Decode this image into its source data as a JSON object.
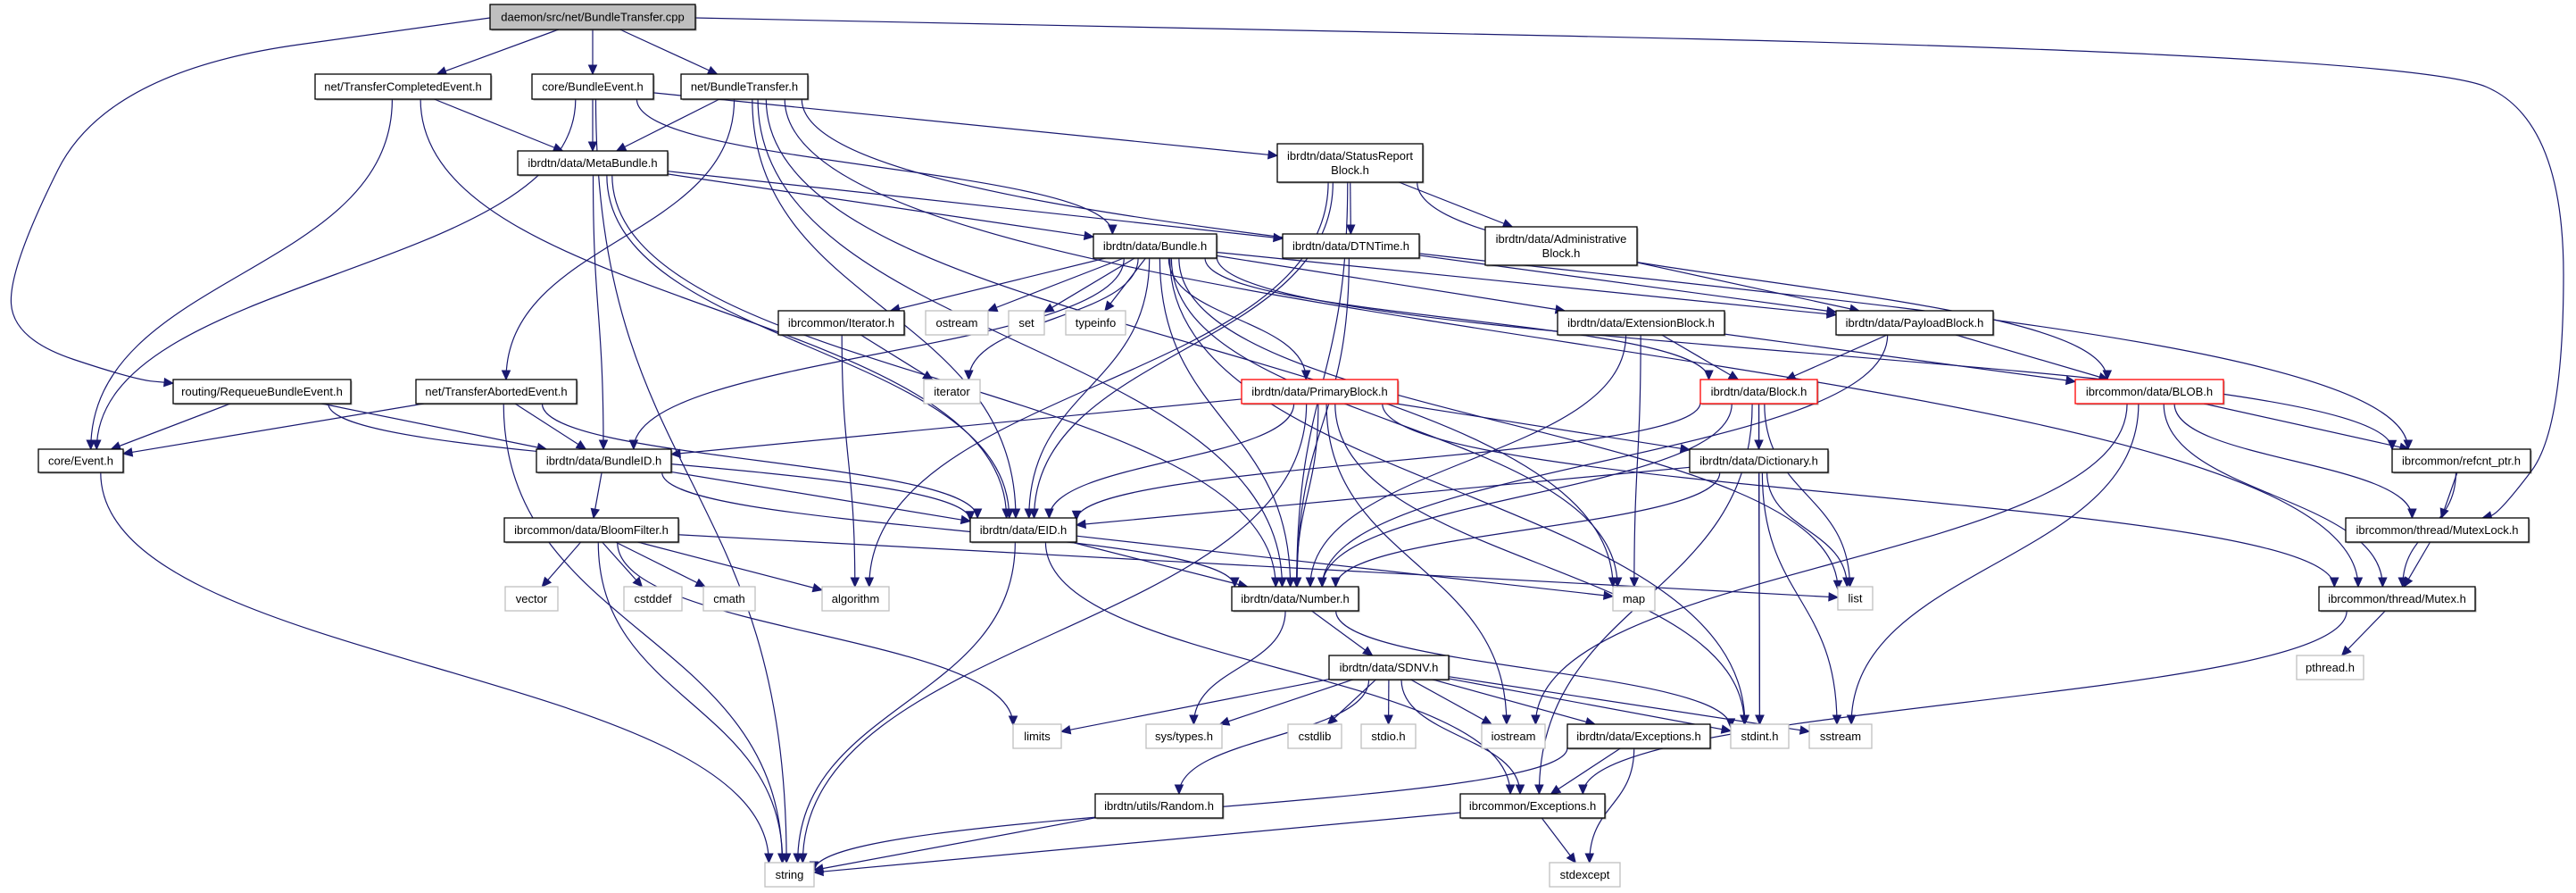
{
  "diagram": {
    "title": "daemon/src/net/BundleTransfer.cpp",
    "type": "include-dependency-graph",
    "colors": {
      "edge": "#191970",
      "root_fill": "#bfbfbf",
      "local_border": "#000000",
      "system_border": "#bfbfbf",
      "truncated_border": "#ff0000"
    },
    "nodes": [
      {
        "id": "root",
        "label": [
          "daemon/src/net/BundleTransfer.cpp"
        ],
        "kind": "root"
      },
      {
        "id": "tce",
        "label": [
          "net/TransferCompletedEvent.h"
        ],
        "kind": "local"
      },
      {
        "id": "be",
        "label": [
          "core/BundleEvent.h"
        ],
        "kind": "local"
      },
      {
        "id": "bth",
        "label": [
          "net/BundleTransfer.h"
        ],
        "kind": "local"
      },
      {
        "id": "mb",
        "label": [
          "ibrdtn/data/MetaBundle.h"
        ],
        "kind": "local"
      },
      {
        "id": "srb",
        "label": [
          "ibrdtn/data/StatusReport",
          "Block.h"
        ],
        "kind": "local"
      },
      {
        "id": "bundle",
        "label": [
          "ibrdtn/data/Bundle.h"
        ],
        "kind": "local"
      },
      {
        "id": "dtn",
        "label": [
          "ibrdtn/data/DTNTime.h"
        ],
        "kind": "local"
      },
      {
        "id": "admin",
        "label": [
          "ibrdtn/data/Administrative",
          "Block.h"
        ],
        "kind": "local"
      },
      {
        "id": "iter",
        "label": [
          "ibrcommon/Iterator.h"
        ],
        "kind": "local"
      },
      {
        "id": "ostream",
        "label": [
          "ostream"
        ],
        "kind": "system"
      },
      {
        "id": "set",
        "label": [
          "set"
        ],
        "kind": "system"
      },
      {
        "id": "typeinfo",
        "label": [
          "typeinfo"
        ],
        "kind": "system"
      },
      {
        "id": "extb",
        "label": [
          "ibrdtn/data/ExtensionBlock.h"
        ],
        "kind": "local"
      },
      {
        "id": "payload",
        "label": [
          "ibrdtn/data/PayloadBlock.h"
        ],
        "kind": "local"
      },
      {
        "id": "iterator",
        "label": [
          "iterator"
        ],
        "kind": "system"
      },
      {
        "id": "requeue",
        "label": [
          "routing/RequeueBundleEvent.h"
        ],
        "kind": "local"
      },
      {
        "id": "tae",
        "label": [
          "net/TransferAbortedEvent.h"
        ],
        "kind": "local"
      },
      {
        "id": "primary",
        "label": [
          "ibrdtn/data/PrimaryBlock.h"
        ],
        "kind": "truncated"
      },
      {
        "id": "block",
        "label": [
          "ibrdtn/data/Block.h"
        ],
        "kind": "truncated"
      },
      {
        "id": "blob",
        "label": [
          "ibrcommon/data/BLOB.h"
        ],
        "kind": "truncated"
      },
      {
        "id": "event",
        "label": [
          "core/Event.h"
        ],
        "kind": "local"
      },
      {
        "id": "bundleid",
        "label": [
          "ibrdtn/data/BundleID.h"
        ],
        "kind": "local"
      },
      {
        "id": "dict",
        "label": [
          "ibrdtn/data/Dictionary.h"
        ],
        "kind": "local"
      },
      {
        "id": "refcnt",
        "label": [
          "ibrcommon/refcnt_ptr.h"
        ],
        "kind": "local"
      },
      {
        "id": "bloom",
        "label": [
          "ibrcommon/data/BloomFilter.h"
        ],
        "kind": "local"
      },
      {
        "id": "eid",
        "label": [
          "ibrdtn/data/EID.h"
        ],
        "kind": "local"
      },
      {
        "id": "mutexlock",
        "label": [
          "ibrcommon/thread/MutexLock.h"
        ],
        "kind": "local"
      },
      {
        "id": "vector",
        "label": [
          "vector"
        ],
        "kind": "system"
      },
      {
        "id": "cstddef",
        "label": [
          "cstddef"
        ],
        "kind": "system"
      },
      {
        "id": "cmath",
        "label": [
          "cmath"
        ],
        "kind": "system"
      },
      {
        "id": "algorithm",
        "label": [
          "algorithm"
        ],
        "kind": "system"
      },
      {
        "id": "number",
        "label": [
          "ibrdtn/data/Number.h"
        ],
        "kind": "local"
      },
      {
        "id": "map",
        "label": [
          "map"
        ],
        "kind": "system"
      },
      {
        "id": "list",
        "label": [
          "list"
        ],
        "kind": "system"
      },
      {
        "id": "mutex",
        "label": [
          "ibrcommon/thread/Mutex.h"
        ],
        "kind": "local"
      },
      {
        "id": "sdnv",
        "label": [
          "ibrdtn/data/SDNV.h"
        ],
        "kind": "local"
      },
      {
        "id": "pthread",
        "label": [
          "pthread.h"
        ],
        "kind": "system"
      },
      {
        "id": "limits",
        "label": [
          "limits"
        ],
        "kind": "system"
      },
      {
        "id": "systypes",
        "label": [
          "sys/types.h"
        ],
        "kind": "system"
      },
      {
        "id": "cstdlib",
        "label": [
          "cstdlib"
        ],
        "kind": "system"
      },
      {
        "id": "stdio",
        "label": [
          "stdio.h"
        ],
        "kind": "system"
      },
      {
        "id": "iostream",
        "label": [
          "iostream"
        ],
        "kind": "system"
      },
      {
        "id": "dataexc",
        "label": [
          "ibrdtn/data/Exceptions.h"
        ],
        "kind": "local"
      },
      {
        "id": "stdint",
        "label": [
          "stdint.h"
        ],
        "kind": "system"
      },
      {
        "id": "sstream",
        "label": [
          "sstream"
        ],
        "kind": "system"
      },
      {
        "id": "random",
        "label": [
          "ibrdtn/utils/Random.h"
        ],
        "kind": "local"
      },
      {
        "id": "commonexc",
        "label": [
          "ibrcommon/Exceptions.h"
        ],
        "kind": "local"
      },
      {
        "id": "string",
        "label": [
          "string"
        ],
        "kind": "system"
      },
      {
        "id": "stdexcept",
        "label": [
          "stdexcept"
        ],
        "kind": "system"
      }
    ],
    "edges": [
      [
        "root",
        "tce"
      ],
      [
        "root",
        "be"
      ],
      [
        "root",
        "bth"
      ],
      [
        "root",
        "requeue"
      ],
      [
        "root",
        "mutexlock"
      ],
      [
        "tce",
        "mb"
      ],
      [
        "tce",
        "event"
      ],
      [
        "tce",
        "eid"
      ],
      [
        "be",
        "mb"
      ],
      [
        "be",
        "bundle"
      ],
      [
        "be",
        "srb"
      ],
      [
        "be",
        "event"
      ],
      [
        "be",
        "string"
      ],
      [
        "bth",
        "mb"
      ],
      [
        "bth",
        "eid"
      ],
      [
        "bth",
        "tae"
      ],
      [
        "bth",
        "number"
      ],
      [
        "bth",
        "map"
      ],
      [
        "bth",
        "mutex"
      ],
      [
        "bth",
        "refcnt"
      ],
      [
        "mb",
        "bundle"
      ],
      [
        "mb",
        "dtn"
      ],
      [
        "mb",
        "bundleid"
      ],
      [
        "mb",
        "eid"
      ],
      [
        "mb",
        "number"
      ],
      [
        "srb",
        "dtn"
      ],
      [
        "srb",
        "admin"
      ],
      [
        "srb",
        "eid"
      ],
      [
        "srb",
        "number"
      ],
      [
        "srb",
        "blob"
      ],
      [
        "srb",
        "algorithm"
      ],
      [
        "bundle",
        "iter"
      ],
      [
        "bundle",
        "ostream"
      ],
      [
        "bundle",
        "set"
      ],
      [
        "bundle",
        "typeinfo"
      ],
      [
        "bundle",
        "iterator"
      ],
      [
        "bundle",
        "primary"
      ],
      [
        "bundle",
        "extb"
      ],
      [
        "bundle",
        "payload"
      ],
      [
        "bundle",
        "block"
      ],
      [
        "bundle",
        "refcnt"
      ],
      [
        "bundle",
        "eid"
      ],
      [
        "bundle",
        "number"
      ],
      [
        "bundle",
        "bundleid"
      ],
      [
        "bundle",
        "map"
      ],
      [
        "bundle",
        "list"
      ],
      [
        "bundle",
        "stdint"
      ],
      [
        "dtn",
        "number"
      ],
      [
        "dtn",
        "payload"
      ],
      [
        "admin",
        "payload"
      ],
      [
        "iter",
        "iterator"
      ],
      [
        "iter",
        "algorithm"
      ],
      [
        "extb",
        "block"
      ],
      [
        "extb",
        "blob"
      ],
      [
        "extb",
        "number"
      ],
      [
        "extb",
        "map"
      ],
      [
        "payload",
        "block"
      ],
      [
        "payload",
        "blob"
      ],
      [
        "payload",
        "number"
      ],
      [
        "requeue",
        "event"
      ],
      [
        "requeue",
        "bundleid"
      ],
      [
        "requeue",
        "eid"
      ],
      [
        "tae",
        "event"
      ],
      [
        "tae",
        "bundleid"
      ],
      [
        "tae",
        "eid"
      ],
      [
        "tae",
        "string"
      ],
      [
        "primary",
        "bundleid"
      ],
      [
        "primary",
        "eid"
      ],
      [
        "primary",
        "number"
      ],
      [
        "primary",
        "dict"
      ],
      [
        "primary",
        "iostream"
      ],
      [
        "primary",
        "string"
      ],
      [
        "primary",
        "mutex"
      ],
      [
        "primary",
        "stdint"
      ],
      [
        "block",
        "dict"
      ],
      [
        "block",
        "eid"
      ],
      [
        "block",
        "number"
      ],
      [
        "block",
        "list"
      ],
      [
        "block",
        "stdint"
      ],
      [
        "block",
        "commonexc"
      ],
      [
        "blob",
        "refcnt"
      ],
      [
        "blob",
        "mutexlock"
      ],
      [
        "blob",
        "mutex"
      ],
      [
        "blob",
        "iostream"
      ],
      [
        "blob",
        "sstream"
      ],
      [
        "event",
        "string"
      ],
      [
        "bundleid",
        "bloom"
      ],
      [
        "bundleid",
        "eid"
      ],
      [
        "bundleid",
        "number"
      ],
      [
        "dict",
        "eid"
      ],
      [
        "dict",
        "number"
      ],
      [
        "dict",
        "list"
      ],
      [
        "dict",
        "stdint"
      ],
      [
        "dict",
        "sstream"
      ],
      [
        "refcnt",
        "mutexlock"
      ],
      [
        "refcnt",
        "mutex"
      ],
      [
        "bloom",
        "vector"
      ],
      [
        "bloom",
        "cstddef"
      ],
      [
        "bloom",
        "cmath"
      ],
      [
        "bloom",
        "algorithm"
      ],
      [
        "bloom",
        "limits"
      ],
      [
        "bloom",
        "string"
      ],
      [
        "bloom",
        "list"
      ],
      [
        "eid",
        "number"
      ],
      [
        "eid",
        "map"
      ],
      [
        "eid",
        "string"
      ],
      [
        "eid",
        "commonexc"
      ],
      [
        "mutexlock",
        "mutex"
      ],
      [
        "number",
        "sdnv"
      ],
      [
        "number",
        "systypes"
      ],
      [
        "number",
        "stdint"
      ],
      [
        "mutex",
        "pthread"
      ],
      [
        "mutex",
        "commonexc"
      ],
      [
        "sdnv",
        "limits"
      ],
      [
        "sdnv",
        "systypes"
      ],
      [
        "sdnv",
        "cstdlib"
      ],
      [
        "sdnv",
        "stdio"
      ],
      [
        "sdnv",
        "iostream"
      ],
      [
        "sdnv",
        "dataexc"
      ],
      [
        "sdnv",
        "stdint"
      ],
      [
        "sdnv",
        "sstream"
      ],
      [
        "sdnv",
        "random"
      ],
      [
        "sdnv",
        "commonexc"
      ],
      [
        "dataexc",
        "commonexc"
      ],
      [
        "dataexc",
        "string"
      ],
      [
        "dataexc",
        "stdexcept"
      ],
      [
        "random",
        "string"
      ],
      [
        "commonexc",
        "string"
      ],
      [
        "commonexc",
        "stdexcept"
      ]
    ]
  }
}
